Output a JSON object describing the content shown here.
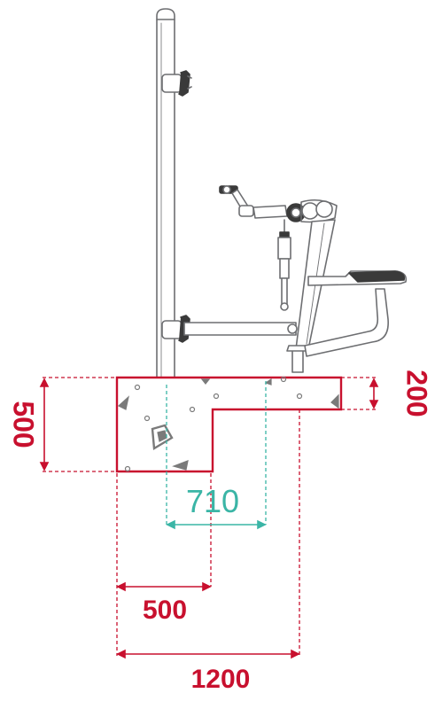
{
  "dimensions": {
    "foundation_depth": "500",
    "step_height": "200",
    "inner_width": "710",
    "step_width": "500",
    "total_width": "1200"
  },
  "colors": {
    "dimension": "#c8102e",
    "inner_dimension": "#3ab5a6",
    "outline": "#6d6e71",
    "concrete_mark": "#7a7a7a",
    "seat": "#3a3a3a"
  },
  "icons": [
    "upright-post",
    "handle-grip",
    "dip-bar",
    "seat-pad",
    "foundation-slab"
  ]
}
